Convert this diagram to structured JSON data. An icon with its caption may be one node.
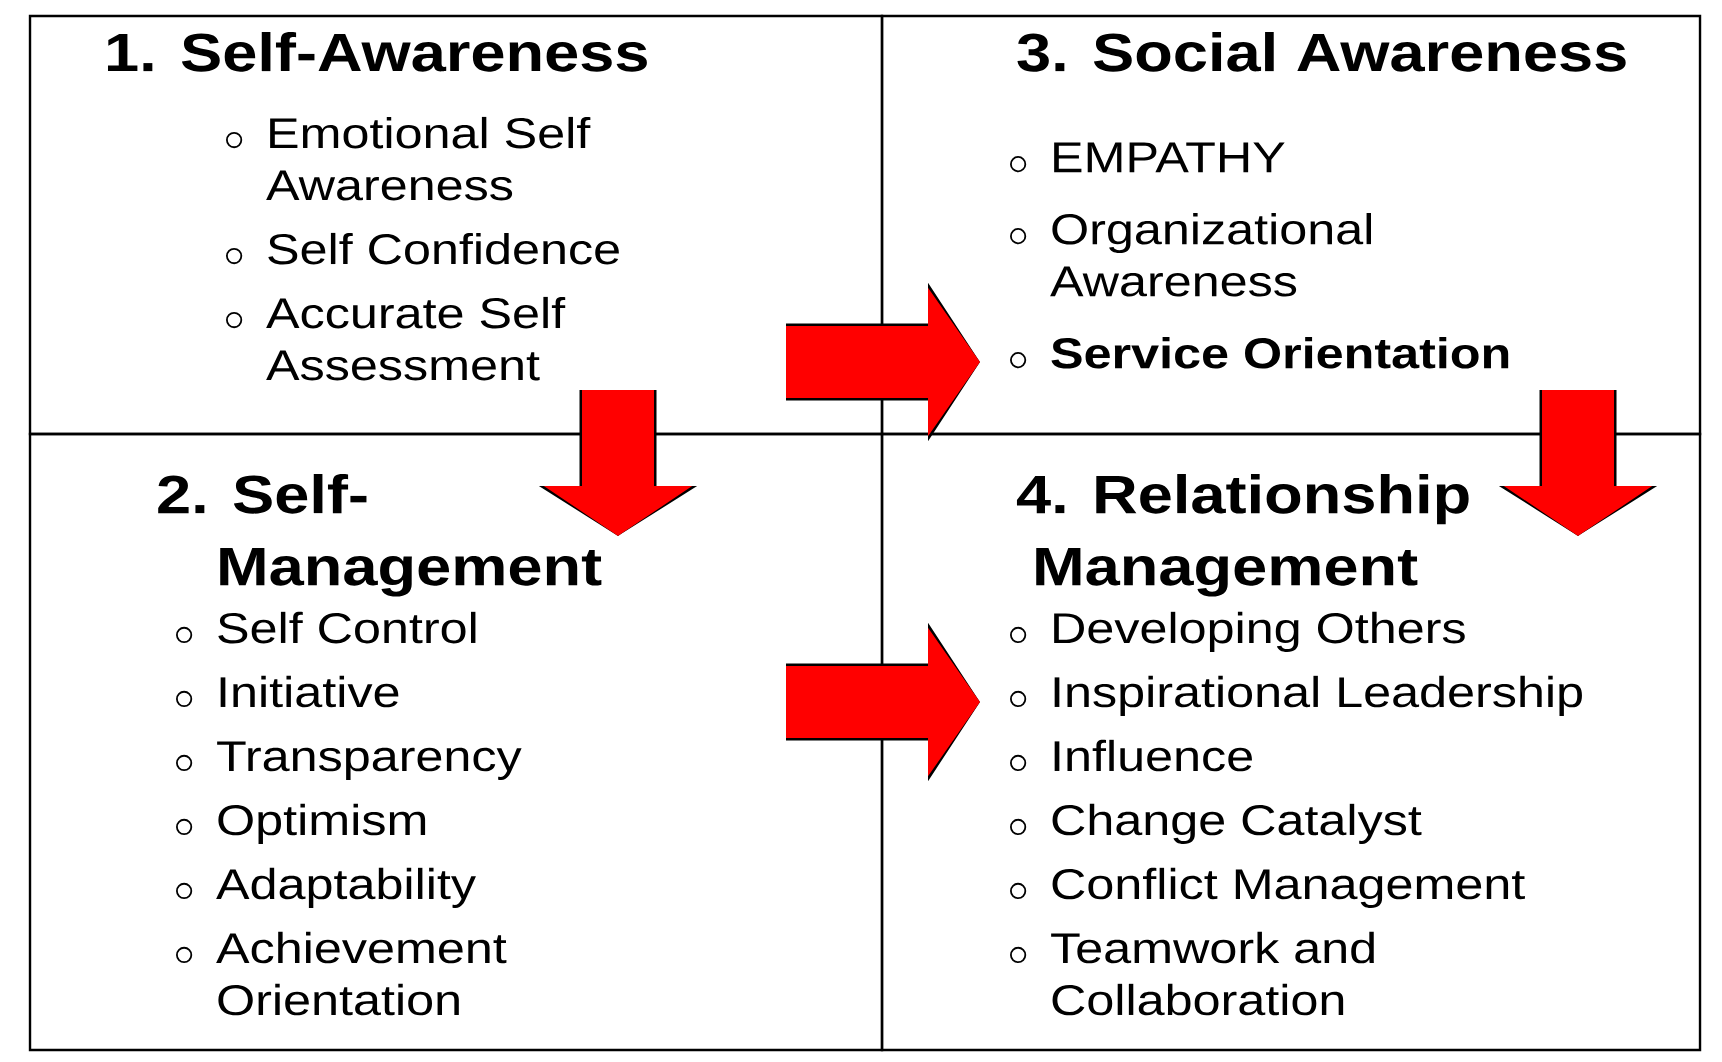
{
  "diagram": {
    "nodes": [
      {
        "text": [
          "1. Self-Awareness",
          "Emotional Self Awareness",
          "Self Confidence",
          "Accurate Self Assessment"
        ]
      },
      {
        "text": [
          "2. Self-Management",
          "Self Control",
          "Initiative",
          "Transparency",
          "Optimism",
          "Adaptability",
          "Achievement Orientation"
        ]
      },
      {
        "text": [
          "3. Social Awareness",
          "EMPATHY",
          "Organizational Awareness",
          "**Service Orientation**"
        ]
      },
      {
        "text": [
          "4. Relationship Management",
          "Developing Others",
          "Inspirational Leadership",
          "Influence",
          "Change Catalyst",
          "Conflict Management",
          "Teamwork and Collaboration"
        ]
      }
    ],
    "edges": [
      {
        "from": 0,
        "to": 1,
        "arrow": "to"
      },
      {
        "from": 0,
        "to": 2,
        "arrow": "to"
      },
      {
        "from": 2,
        "to": 3,
        "arrow": "to"
      },
      {
        "from": 1,
        "to": 3,
        "arrow": "to"
      }
    ]
  }
}
